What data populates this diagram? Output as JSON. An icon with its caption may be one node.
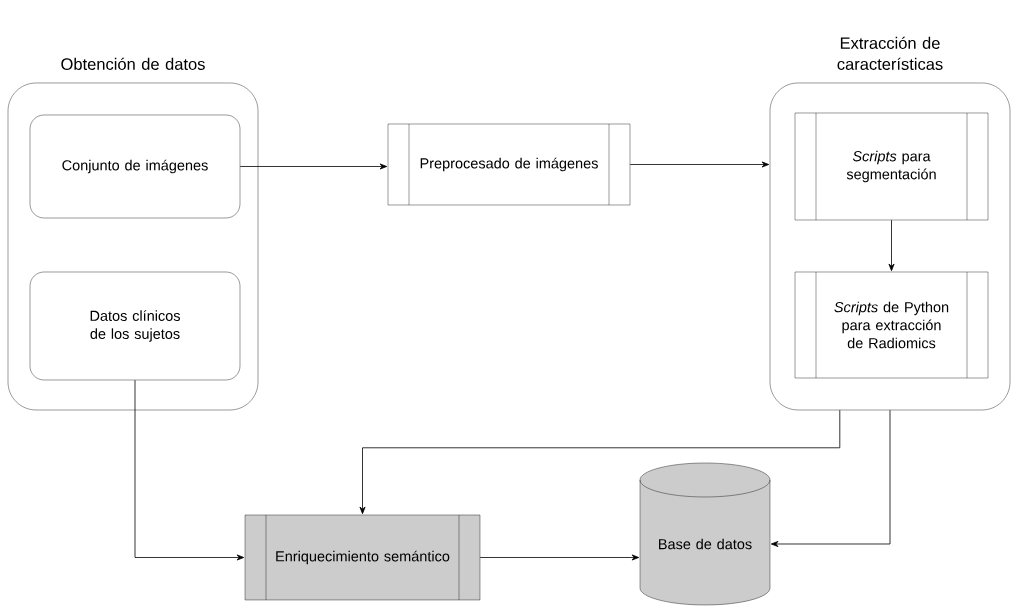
{
  "diagram": {
    "nodes": [
      {
        "text": [
          "Obtención de datos"
        ]
      },
      {
        "text": [
          "Conjunto de imágenes"
        ],
        "in": 0
      },
      {
        "text": [
          "Datos clínicos de los sujetos"
        ],
        "in": 0
      },
      {
        "text": [
          "Preprocesado de imágenes"
        ]
      },
      {
        "text": [
          "Extracción de características"
        ]
      },
      {
        "text": [
          "*Scripts* para segmentación"
        ],
        "in": 4
      },
      {
        "text": [
          "*Scripts* de Python para extracción de Radiomics"
        ],
        "in": 4
      },
      {
        "text": [
          "Enriquecimiento semántico"
        ]
      },
      {
        "text": [
          "Base de datos"
        ]
      }
    ],
    "edges": [
      {
        "from": 1,
        "to": 3,
        "arrow": "to"
      },
      {
        "from": 3,
        "to": 4,
        "arrow": "to"
      },
      {
        "from": 5,
        "to": 6,
        "arrow": "to"
      },
      {
        "from": 2,
        "to": 7,
        "arrow": "to"
      },
      {
        "from": 4,
        "to": 7,
        "arrow": "to"
      },
      {
        "from": 7,
        "to": 8,
        "arrow": "to"
      },
      {
        "from": 4,
        "to": 8,
        "arrow": "to"
      }
    ]
  }
}
